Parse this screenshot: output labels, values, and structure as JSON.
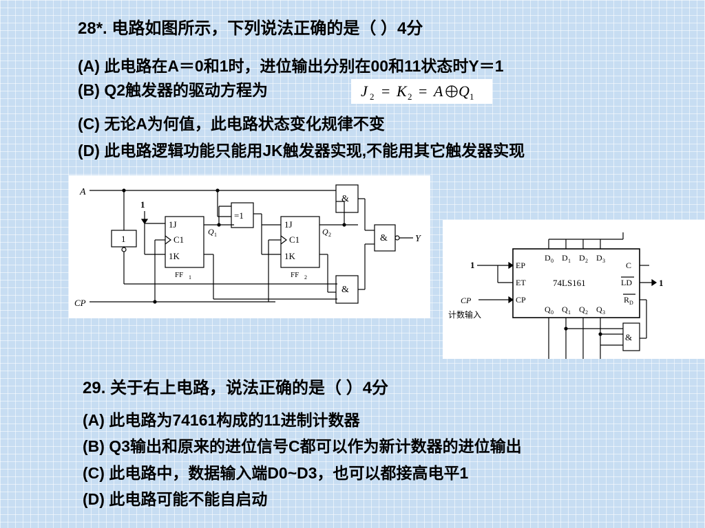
{
  "q28": {
    "title": "28*. 电路如图所示，下列说法正确的是（        ）4分",
    "a": "(A) 此电路在A＝0和1时，进位输出分别在00和11状态时Y＝1",
    "b": "(B) Q2触发器的驱动方程为",
    "eq": {
      "j": "J",
      "j_sub": "2",
      "k": "K",
      "k_sub": "2",
      "a": "A",
      "q": "Q",
      "q_sub": "1"
    },
    "c": "(C) 无论A为何值，此电路状态变化规律不变",
    "d": "(D) 此电路逻辑功能只能用JK触发器实现,不能用其它触发器实现"
  },
  "circuit1": {
    "in_a": "A",
    "in_cp": "CP",
    "out_y": "Y",
    "const_one": "1",
    "inv": "1",
    "xor": "=1",
    "and": "&",
    "ff1": {
      "j": "1J",
      "c": "C1",
      "k": "1K",
      "name": "FF",
      "name_sub": "1",
      "q": "Q",
      "q_sub": "1"
    },
    "ff2": {
      "j": "1J",
      "c": "C1",
      "k": "1K",
      "name": "FF",
      "name_sub": "2",
      "q": "Q",
      "q_sub": "2"
    }
  },
  "circuit2": {
    "chip": "74LS161",
    "d0": "D",
    "d1": "D",
    "d2": "D",
    "d3": "D",
    "q0": "Q",
    "q1": "Q",
    "q2": "Q",
    "q3": "Q",
    "subs": [
      "0",
      "1",
      "2",
      "3"
    ],
    "ep": "EP",
    "et": "ET",
    "cp": "CP",
    "c": "C",
    "ld": "LD",
    "rd": "R",
    "rd_sub": "D",
    "one_ep": "1",
    "one_ld": "1",
    "cp_in": "CP",
    "count_in": "计数输入",
    "and": "&"
  },
  "q29": {
    "title": "29. 关于右上电路，说法正确的是（     ）4分",
    "a": "(A) 此电路为74161构成的11进制计数器",
    "b": "(B) Q3输出和原来的进位信号C都可以作为新计数器的进位输出",
    "c": "(C) 此电路中，数据输入端D0~D3，也可以都接高电平1",
    "d": "(D) 此电路可能不能自启动"
  }
}
